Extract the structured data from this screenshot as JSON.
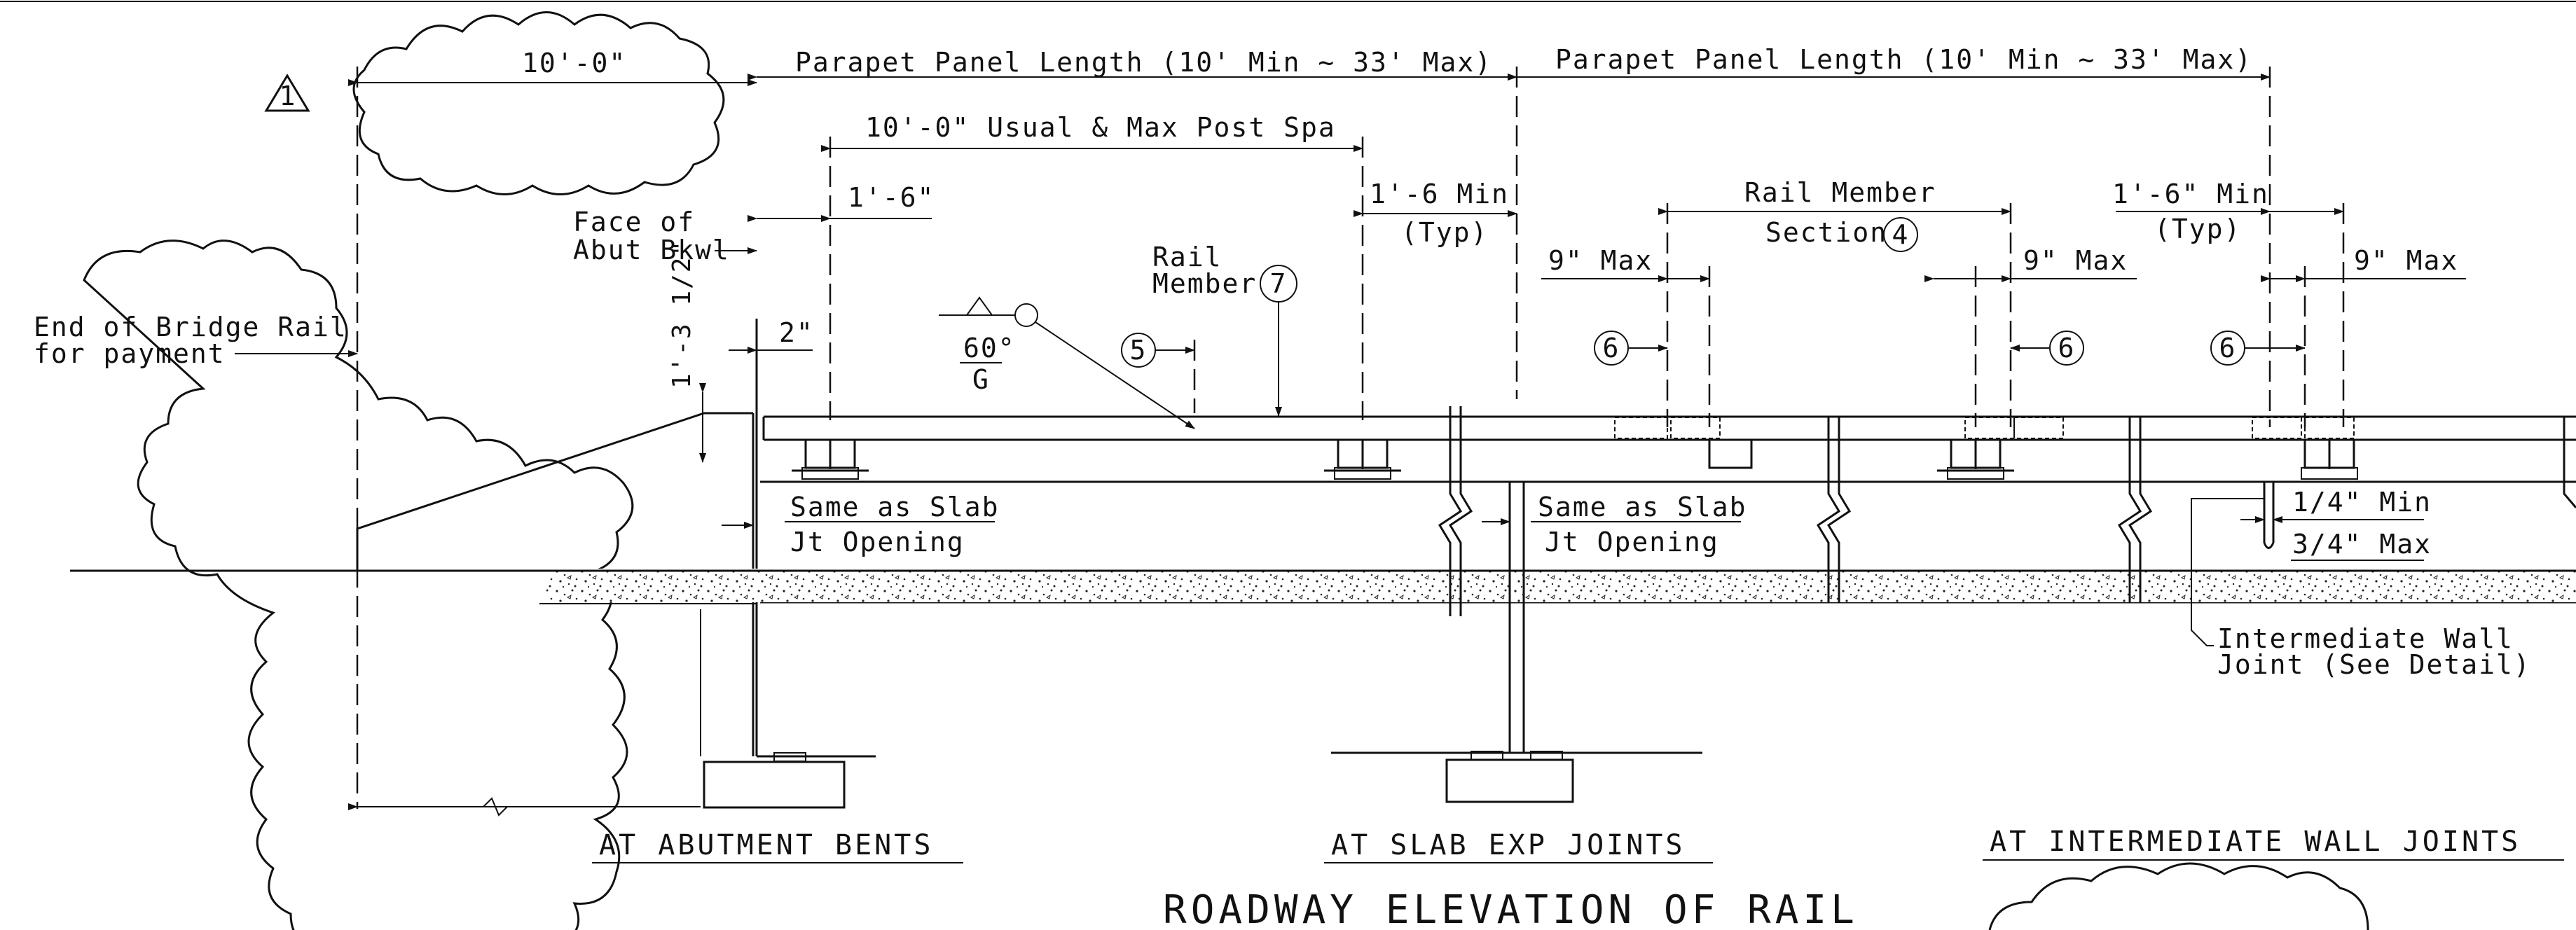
{
  "dimensions": {
    "ten_ft": "10'-0\"",
    "parapet_left": "Parapet Panel Length (10' Min ~ 33' Max)",
    "parapet_right": "Parapet Panel Length (10' Min ~ 33' Max)",
    "post_spacing": "10'-0\" Usual & Max Post Spa",
    "one_six_left": "1'-6\"",
    "one_six_min_mid": "1'-6 Min",
    "typ_mid": "(Typ)",
    "one_six_min_right": "1'-6\" Min",
    "typ_right": "(Typ)",
    "two_in": "2\"",
    "height_dim": "1'-3 1/2\"",
    "nine_max_1": "9\" Max",
    "nine_max_2": "9\" Max",
    "nine_max_3": "9\" Max",
    "quarter_min": "1/4\" Min",
    "threequarter_max": "3/4\" Max"
  },
  "labels": {
    "face_of_1": "Face of",
    "face_of_2": "Abut Bkwl",
    "end_rail_1": "End of Bridge Rail",
    "end_rail_2": "for payment",
    "rail_1": "Rail",
    "rail_2": "Member",
    "rail_section_1": "Rail Member",
    "rail_section_2": "Section",
    "same_slab_1a": "Same as Slab",
    "same_slab_1b": "Jt Opening",
    "same_slab_2a": "Same as Slab",
    "same_slab_2b": "Jt Opening",
    "iwj_1": "Intermediate Wall",
    "iwj_2": "Joint (See Detail)",
    "weld_angle": "60°",
    "weld_g": "G"
  },
  "callouts": {
    "rev_triangle": "1",
    "seven": "7",
    "five": "5",
    "four": "4",
    "six_a": "6",
    "six_b": "6",
    "six_c": "6"
  },
  "titles": {
    "abutment": "AT ABUTMENT BENTS",
    "slab_exp": "AT SLAB EXP JOINTS",
    "intermediate": "AT INTERMEDIATE WALL JOINTS",
    "main": "ROADWAY ELEVATION OF RAIL"
  }
}
